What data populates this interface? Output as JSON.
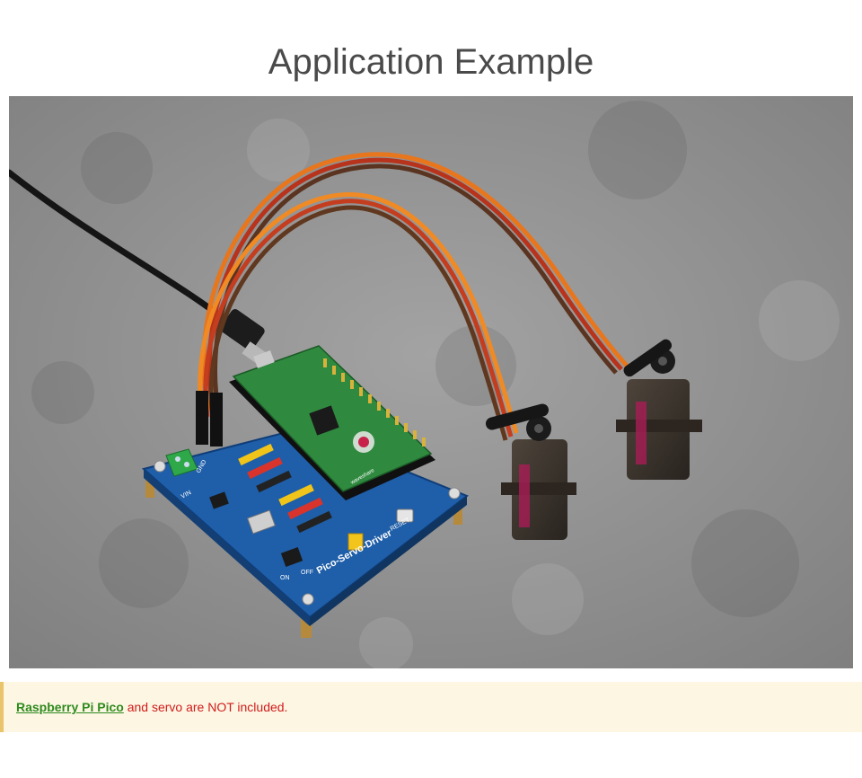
{
  "page": {
    "title": "Application Example"
  },
  "photo": {
    "board_labels": {
      "board_name": "Pico-Servo-Driver",
      "brand": "waveshare",
      "reset": "RESET",
      "on": "ON",
      "off": "OFF",
      "vin": "VIN",
      "gnd": "GND"
    }
  },
  "notice": {
    "link_text": "Raspberry Pi Pico",
    "rest_text": " and servo are NOT included."
  },
  "colors": {
    "title": "#4a4a4a",
    "notice_bg": "#fcf6e3",
    "notice_border": "#e9c46a",
    "link": "#2f8b1e",
    "warning": "#d21b1b"
  }
}
